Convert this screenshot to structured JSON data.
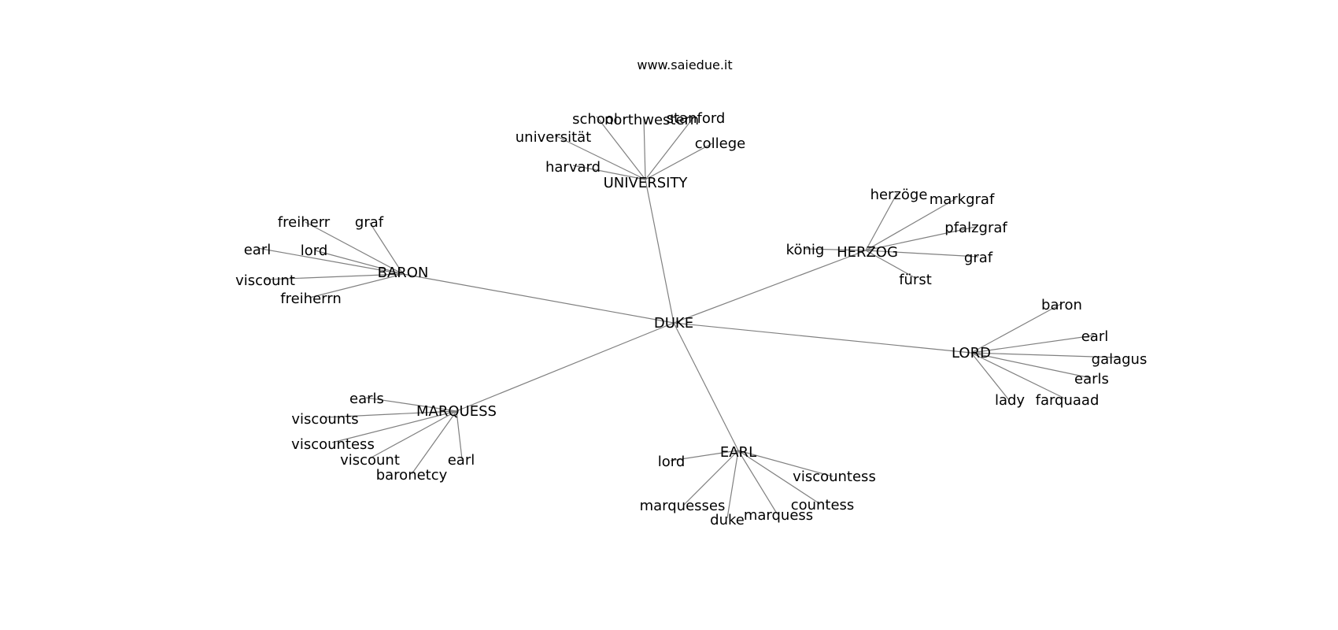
{
  "header": {
    "site": "www.saiedue.it"
  },
  "graph": {
    "center": "DUKE",
    "hubs": [
      {
        "id": "university",
        "label": "UNIVERSITY",
        "leaves": [
          "school",
          "northwestern",
          "stanford",
          "universität",
          "college",
          "harvard"
        ]
      },
      {
        "id": "herzog",
        "label": "HERZOG",
        "leaves": [
          "herzöge",
          "markgraf",
          "pfalzgraf",
          "könig",
          "graf",
          "fürst"
        ]
      },
      {
        "id": "baron",
        "label": "BARON",
        "leaves": [
          "freiherr",
          "graf",
          "earl",
          "lord",
          "viscount",
          "freiherrn"
        ]
      },
      {
        "id": "lord",
        "label": "LORD",
        "leaves": [
          "baron",
          "earl",
          "galagus",
          "earls",
          "lady",
          "farquaad"
        ]
      },
      {
        "id": "marquess",
        "label": "MARQUESS",
        "leaves": [
          "earls",
          "viscounts",
          "viscountess",
          "viscount",
          "baronetcy",
          "earl"
        ]
      },
      {
        "id": "earl",
        "label": "EARL",
        "leaves": [
          "lord",
          "viscountess",
          "countess",
          "marquesses",
          "duke",
          "marquess"
        ]
      }
    ]
  }
}
